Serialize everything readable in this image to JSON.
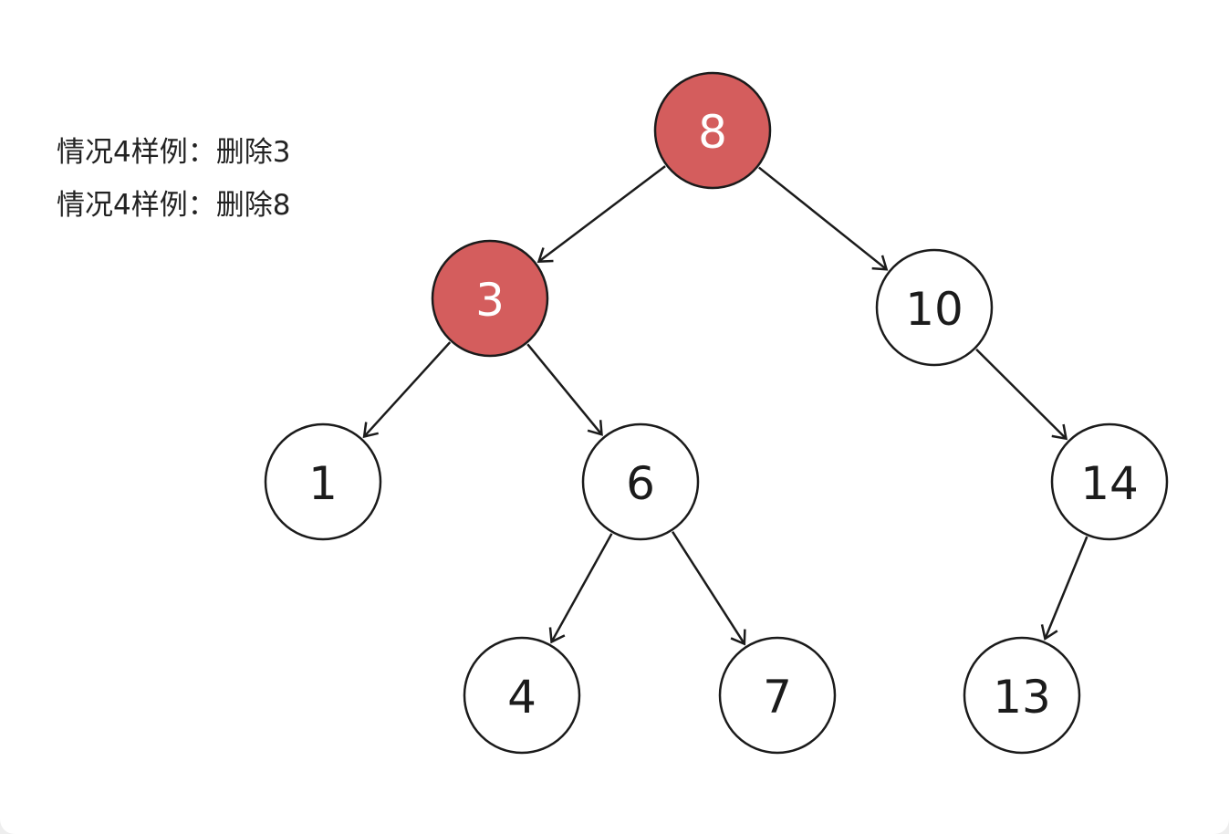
{
  "caption": {
    "lines": [
      "情况4样例：删除3",
      "情况4样例：删除8"
    ]
  },
  "colors": {
    "highlight_fill": "#d45d5d",
    "normal_fill": "#ffffff",
    "highlight_text": "#ffffff",
    "normal_text": "#1b1b1b",
    "stroke": "#1b1b1b"
  },
  "tree": {
    "nodes": [
      {
        "id": "n8",
        "label": "8",
        "highlighted": true
      },
      {
        "id": "n3",
        "label": "3",
        "highlighted": true
      },
      {
        "id": "n10",
        "label": "10",
        "highlighted": false
      },
      {
        "id": "n1",
        "label": "1",
        "highlighted": false
      },
      {
        "id": "n6",
        "label": "6",
        "highlighted": false
      },
      {
        "id": "n14",
        "label": "14",
        "highlighted": false
      },
      {
        "id": "n4",
        "label": "4",
        "highlighted": false
      },
      {
        "id": "n7",
        "label": "7",
        "highlighted": false
      },
      {
        "id": "n13",
        "label": "13",
        "highlighted": false
      }
    ],
    "edges": [
      {
        "from": "n8",
        "to": "n3"
      },
      {
        "from": "n8",
        "to": "n10"
      },
      {
        "from": "n3",
        "to": "n1"
      },
      {
        "from": "n3",
        "to": "n6"
      },
      {
        "from": "n10",
        "to": "n14"
      },
      {
        "from": "n6",
        "to": "n4"
      },
      {
        "from": "n6",
        "to": "n7"
      },
      {
        "from": "n14",
        "to": "n13"
      }
    ]
  }
}
